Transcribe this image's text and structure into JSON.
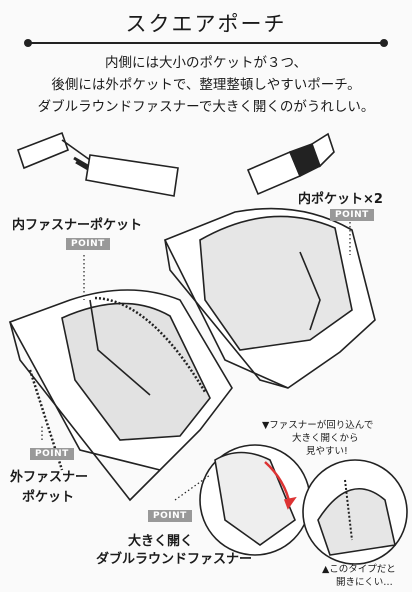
{
  "title": "スクエアポーチ",
  "description": [
    "内側には大小のポケットが３つ、",
    "後側には外ポケットで、整理整頓しやすいポーチ。",
    "ダブルラウンドファスナーで大きく開くのがうれしい。"
  ],
  "labels": {
    "inner_zip_pocket": "内ファスナーポケット",
    "inner_pocket": "内ポケット×2",
    "outer_zip_pocket_1": "外ファスナー",
    "outer_zip_pocket_2": "ポケット",
    "double_zip_1": "大きく開く",
    "double_zip_2": "ダブルラウンドファスナー"
  },
  "point_badge": "POINT",
  "notes": {
    "wrap_1": "▼ファスナーが回り込んで",
    "wrap_2": "大きく開くから",
    "wrap_3": "見やすい!",
    "this_type_1": "▲このタイプだと",
    "this_type_2": "開きにくい…"
  }
}
